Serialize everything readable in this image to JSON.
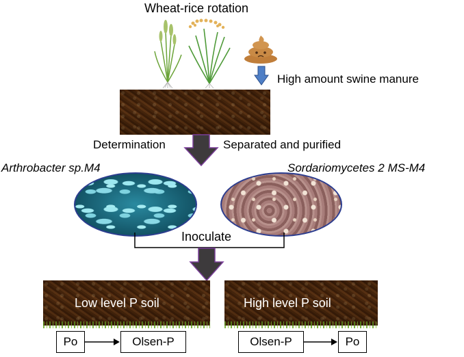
{
  "title": "Wheat-rice rotation",
  "manure_label": "High amount swine manure",
  "flow_left_label": "Determination",
  "flow_right_label": "Separated and purified",
  "bacterium_name": "Arthrobacter sp.M4",
  "fungus_name": "Sordariomycetes 2 MS-M4",
  "inoculate_label": "Inoculate",
  "low_soil_label": "Low level P soil",
  "high_soil_label": "High level P soil",
  "low_flow": {
    "from": "Po",
    "to": "Olsen-P"
  },
  "high_flow": {
    "from": "Olsen-P",
    "to": "Po"
  },
  "colors": {
    "arrow_fill": "#3d3a3c",
    "arrow_outline": "#7b3f9a",
    "small_arrow": "#4f7fc6",
    "soil": "#4d2c14",
    "ellipse_border": "#2c3d8f"
  },
  "icons": [
    "wheat-plant-icon",
    "rice-plant-icon",
    "manure-icon"
  ]
}
